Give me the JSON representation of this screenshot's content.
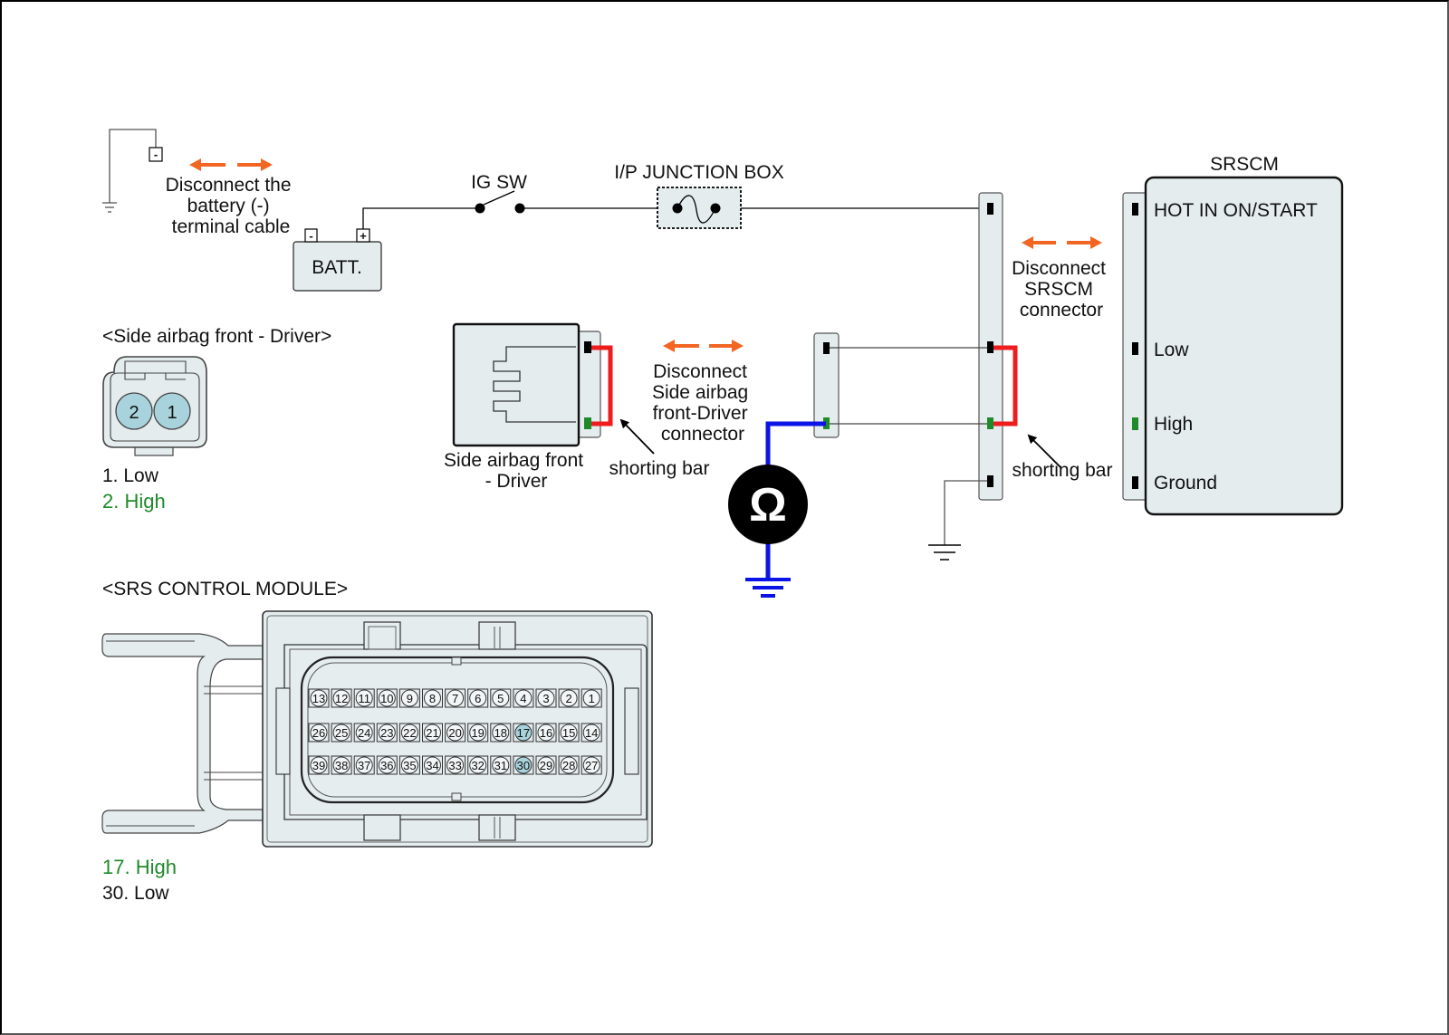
{
  "diagram": {
    "battery_section": {
      "instruction_lines": [
        "Disconnect the",
        "battery (-)",
        "terminal cable"
      ],
      "battery_label": "BATT.",
      "neg_terminal": "-",
      "pos_terminal": "+",
      "ground_terminal": "-"
    },
    "ig_switch_label": "IG SW",
    "junction_box_label": "I/P JUNCTION BOX",
    "srscm": {
      "title": "SRSCM",
      "pins": [
        {
          "label": "HOT IN ON/START",
          "color": "#111111"
        },
        {
          "label": "Low",
          "color": "#111111"
        },
        {
          "label": "High",
          "color": "#1e8a2a"
        },
        {
          "label": "Ground",
          "color": "#111111"
        }
      ],
      "disconnect_lines": [
        "Disconnect",
        "SRSCM",
        "connector"
      ]
    },
    "side_airbag": {
      "component_lines": [
        "Side airbag front",
        "- Driver"
      ],
      "disconnect_lines": [
        "Disconnect",
        "Side airbag",
        "front-Driver",
        "connector"
      ]
    },
    "shorting_bar_label": "shorting bar",
    "meter_symbol": "Ω",
    "side_airbag_connector": {
      "title": "<Side airbag front - Driver>",
      "pin_numbers": [
        "2",
        "1"
      ],
      "legend": [
        {
          "text": "1. Low",
          "color": "#111111"
        },
        {
          "text": "2. High",
          "color": "#1e8a2a"
        }
      ]
    },
    "srs_control_module": {
      "title": "<SRS CONTROL MODULE>",
      "rows": [
        [
          "13",
          "12",
          "11",
          "10",
          "9",
          "8",
          "7",
          "6",
          "5",
          "4",
          "3",
          "2",
          "1"
        ],
        [
          "26",
          "25",
          "24",
          "23",
          "22",
          "21",
          "20",
          "19",
          "18",
          "17",
          "16",
          "15",
          "14"
        ],
        [
          "39",
          "38",
          "37",
          "36",
          "35",
          "34",
          "33",
          "32",
          "31",
          "30",
          "29",
          "28",
          "27"
        ]
      ],
      "highlighted_pins": [
        "17",
        "30"
      ],
      "legend": [
        {
          "text": "17. High",
          "color": "#1e8a2a"
        },
        {
          "text": "30. Low",
          "color": "#111111"
        }
      ]
    },
    "colors": {
      "arrow": "#f26522",
      "shorting_bar": "#ee1c1c",
      "meter_wire": "#0a14e6",
      "high_pin": "#1e8a2a",
      "component_fill": "#e4ecee",
      "pin_highlight": "#a9d3dc"
    }
  }
}
